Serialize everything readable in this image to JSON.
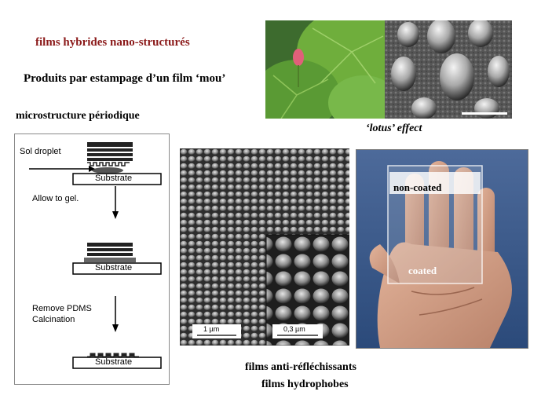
{
  "slide": {
    "title": "films hybrides nano-structurés",
    "subtitle": "Produits par estampage d’un film ‘mou’",
    "micro_heading": "microstructure périodique",
    "lotus_caption": "‘lotus’ effect",
    "bottom_line1": "films anti-réfléchissants",
    "bottom_line2": "films hydrophobes",
    "title_color": "#8b1a1a"
  },
  "diagram": {
    "sol_droplet": "Sol droplet",
    "substrate": "Substrate",
    "allow_gel": "Allow to gel.",
    "remove_pdms": "Remove PDMS",
    "calcination": "Calcination"
  },
  "sem": {
    "scale_large": "1 µm",
    "scale_small": "0,3 µm"
  },
  "hand": {
    "non_coated": "non-coated",
    "coated": "coated"
  }
}
